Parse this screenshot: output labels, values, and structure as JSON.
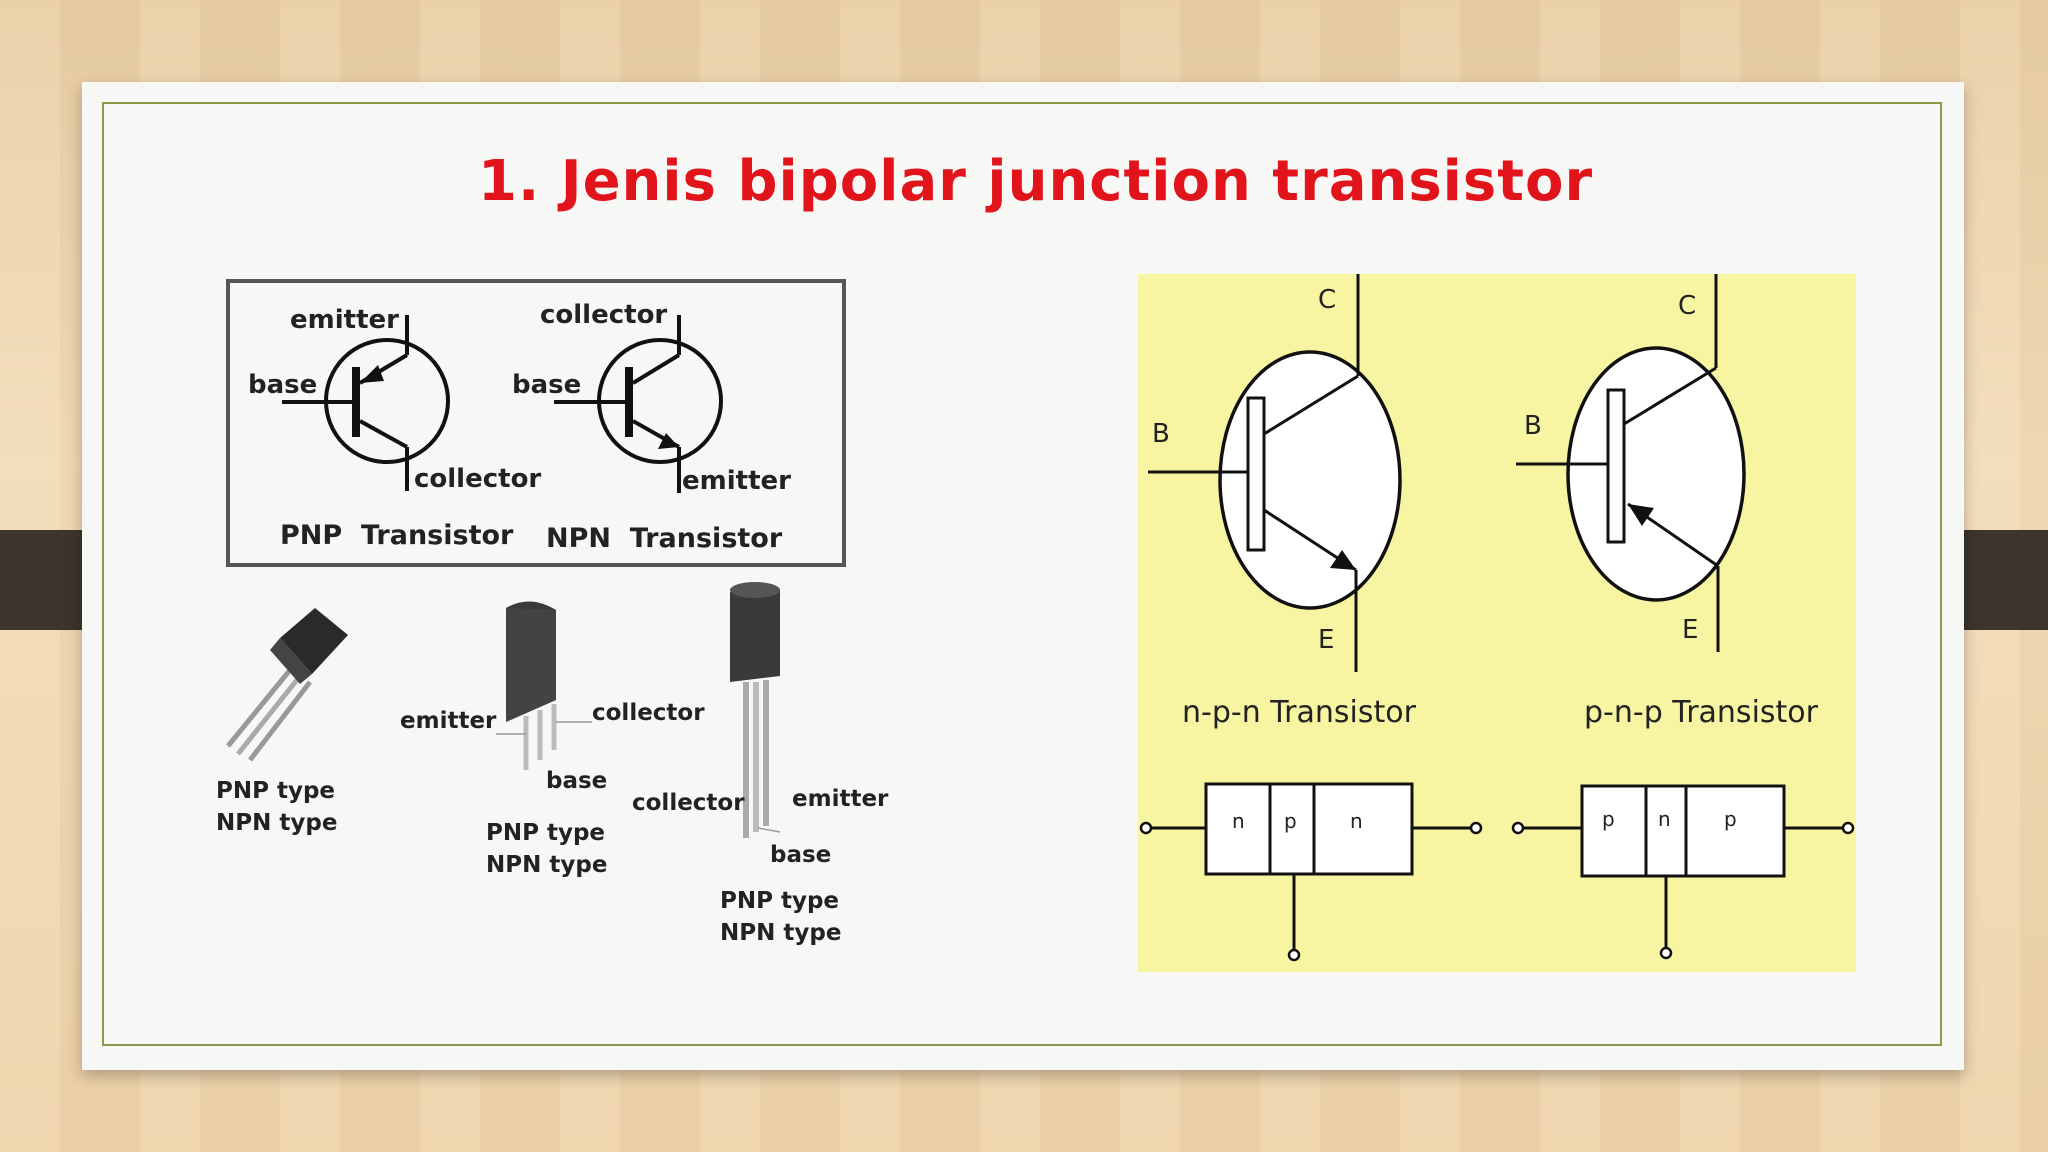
{
  "slide": {
    "title": "1. Jenis bipolar junction transistor"
  },
  "symbols": {
    "pnp": {
      "emitter": "emitter",
      "base": "base",
      "collector": "collector",
      "caption": "PNP  Transistor"
    },
    "npn": {
      "collector": "collector",
      "base": "base",
      "emitter": "emitter",
      "caption": "NPN  Transistor"
    }
  },
  "packages": [
    {
      "type_line1": "PNP type",
      "type_line2": "NPN type"
    },
    {
      "emitter": "emitter",
      "collector": "collector",
      "base": "base",
      "type_line1": "PNP type",
      "type_line2": "NPN type"
    },
    {
      "collector": "collector",
      "emitter": "emitter",
      "base": "base",
      "type_line1": "PNP type",
      "type_line2": "NPN type"
    }
  ],
  "right_panel": {
    "npn": {
      "c": "C",
      "b": "B",
      "e": "E",
      "caption": "n-p-n Transistor",
      "layers": [
        "n",
        "p",
        "n"
      ]
    },
    "pnp": {
      "c": "C",
      "b": "B",
      "e": "E",
      "caption": "p-n-p Transistor",
      "layers": [
        "p",
        "n",
        "p"
      ]
    }
  },
  "colors": {
    "title": "#e0141a",
    "panel_yellow": "#f7f5a2",
    "border_green": "#8a9a48"
  }
}
